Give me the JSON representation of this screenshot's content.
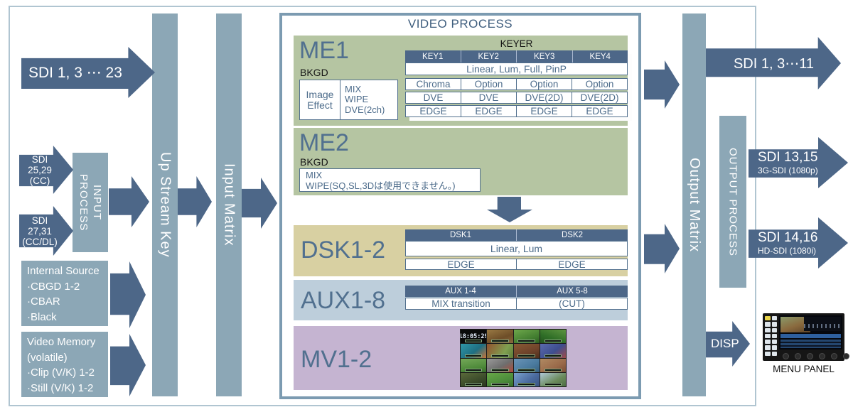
{
  "frame": {
    "video_process_title": "VIDEO PROCESS"
  },
  "colors": {
    "arrow": "#4d6788",
    "bar": "#8ca7b6",
    "me_green": "#b5c5a2",
    "dsk_tan": "#d8d0a2",
    "aux_blue": "#bdcedb",
    "mv_purple": "#c5b4d1",
    "table_header": "#4d6788",
    "slate_text": "#4d6c8b"
  },
  "left": {
    "sdi_main": "SDI 1, 3 ⋯ 23",
    "sdi_cc_1": "SDI 25,29",
    "sdi_cc_2": "(CC)",
    "sdi_ccdl_1": "SDI 27,31",
    "sdi_ccdl_2": "(CC/DL)",
    "input_process_1": "INPUT",
    "input_process_2": "PROCESS",
    "internal_source": {
      "l1": "Internal Source",
      "l2": "·CBGD 1-2",
      "l3": "·CBAR",
      "l4": "·Black"
    },
    "video_memory": {
      "l1": "Video Memory",
      "l2": "(volatile)",
      "l3": "·Clip (V/K) 1-2",
      "l4": "·Still (V/K) 1-2"
    }
  },
  "bars": {
    "up_stream_key": "Up Stream Key",
    "input_matrix": "Input Matrix",
    "output_matrix": "Output Matrix",
    "output_process": "OUTPUT PROCESS"
  },
  "me1": {
    "title": "ME1",
    "bkgd": "BKGD",
    "keyer": "KEYER",
    "effect": {
      "left1": "Image",
      "left2": "Effect",
      "right1": "MIX",
      "right2": "WIPE",
      "right3": "DVE(2ch)"
    },
    "key_headers": [
      "KEY1",
      "KEY2",
      "KEY3",
      "KEY4"
    ],
    "span_row": "Linear, Lum, Full, PinP",
    "row_chroma": [
      "Chroma",
      "Option",
      "Option",
      "Option"
    ],
    "row_dve": [
      "DVE",
      "DVE",
      "DVE(2D)",
      "DVE(2D)"
    ],
    "row_edge": [
      "EDGE",
      "EDGE",
      "EDGE",
      "EDGE"
    ]
  },
  "me2": {
    "title": "ME2",
    "bkgd": "BKGD",
    "mix": "MIX",
    "wipe": "WIPE(SQ,SL,3Dは使用できません。)"
  },
  "dsk": {
    "title": "DSK1-2",
    "headers": [
      "DSK1",
      "DSK2"
    ],
    "span_row": "Linear, Lum",
    "row_edge": [
      "EDGE",
      "EDGE"
    ]
  },
  "aux": {
    "title": "AUX1-8",
    "headers": [
      "AUX 1-4",
      "AUX 5-8"
    ],
    "row": [
      "MIX transition",
      "(CUT)"
    ]
  },
  "mv": {
    "title": "MV1-2",
    "clock": "18:05:29"
  },
  "right": {
    "sdi_out_main": "SDI 1, 3⋯11",
    "sdi_3g_1": "SDI 13,15",
    "sdi_3g_2": "3G-SDI (1080p)",
    "sdi_hd_1": "SDI 14,16",
    "sdi_hd_2": "HD-SDI (1080i)",
    "disp": "DISP",
    "menu_panel": "MENU PANEL"
  }
}
